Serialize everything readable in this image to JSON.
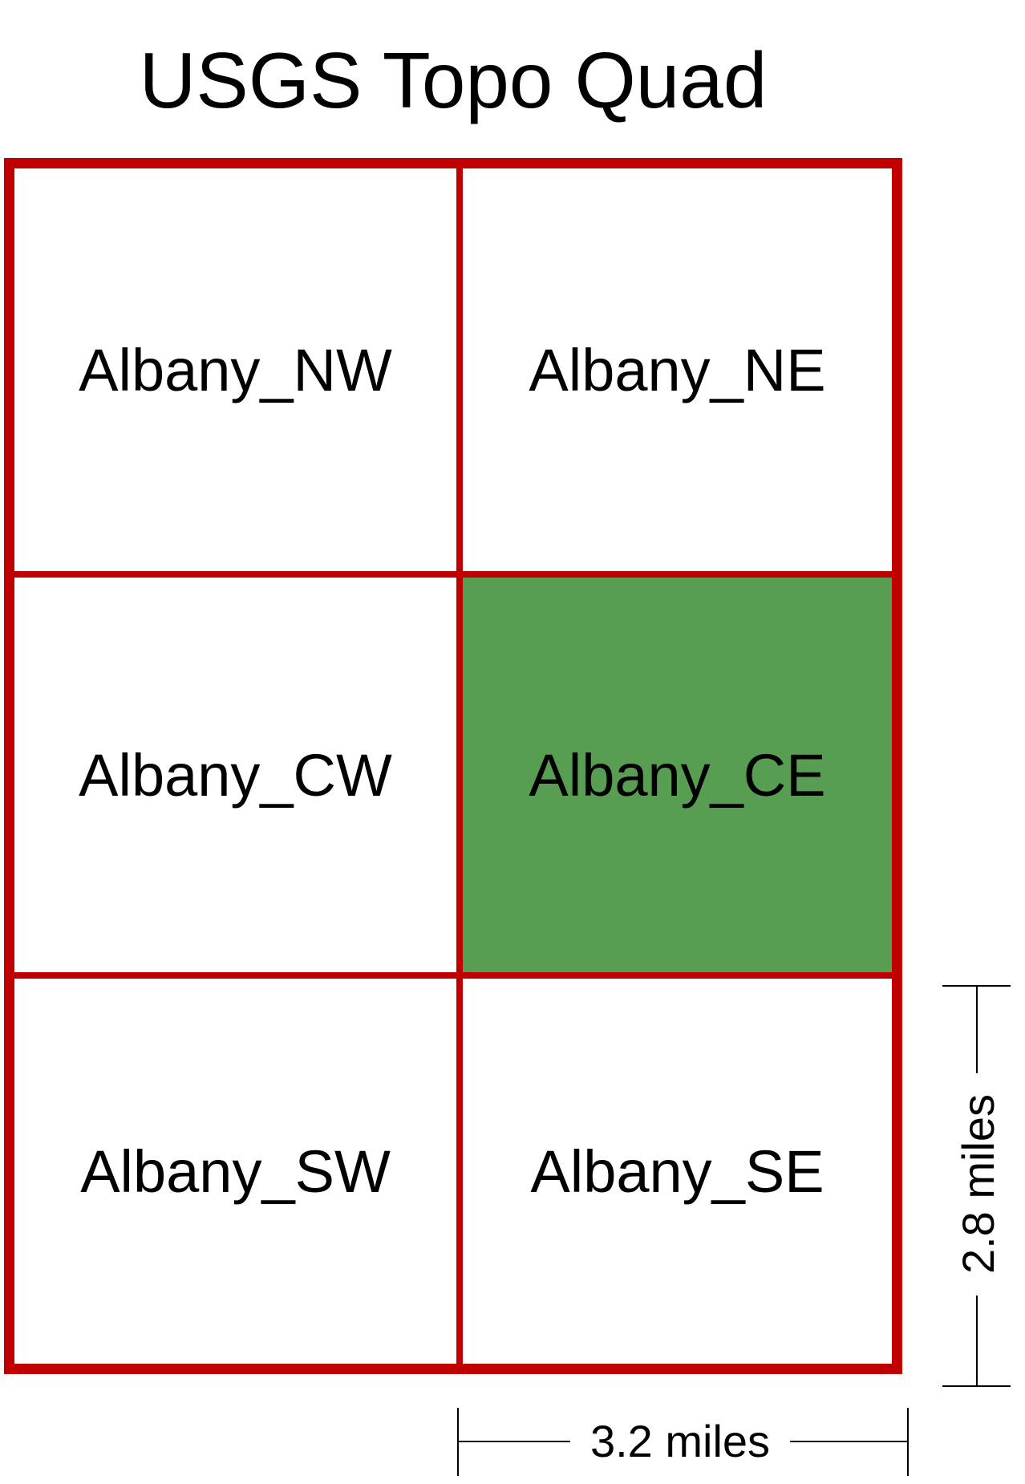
{
  "title": "USGS Topo Quad",
  "colors": {
    "border": "#c00000",
    "highlight": "#579e53",
    "text": "#000000"
  },
  "quads": [
    {
      "id": "nw",
      "label": "Albany_NW",
      "highlighted": false
    },
    {
      "id": "ne",
      "label": "Albany_NE",
      "highlighted": false
    },
    {
      "id": "cw",
      "label": "Albany_CW",
      "highlighted": false
    },
    {
      "id": "ce",
      "label": "Albany_CE",
      "highlighted": true
    },
    {
      "id": "sw",
      "label": "Albany_SW",
      "highlighted": false
    },
    {
      "id": "se",
      "label": "Albany_SE",
      "highlighted": false
    }
  ],
  "dimensions": {
    "height_label": "2.8 miles",
    "width_label": "3.2 miles"
  }
}
